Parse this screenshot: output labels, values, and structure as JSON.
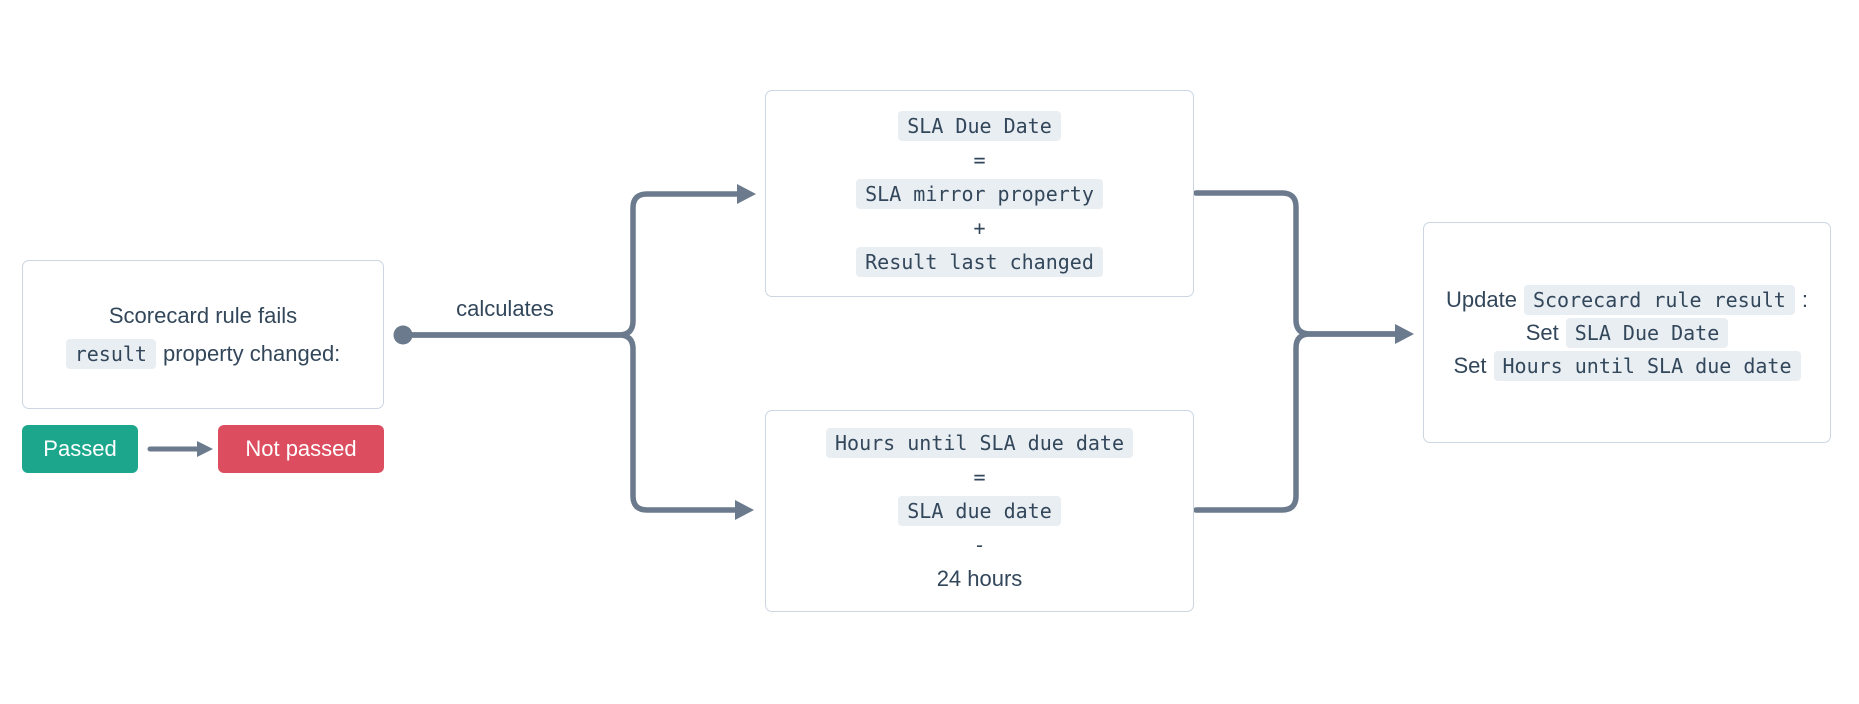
{
  "colors": {
    "text": "#33475b",
    "connector": "#6b7a8d",
    "border": "#cbd6e2",
    "code-bg": "#e9eef3",
    "teal": "#1ca78d",
    "red": "#dc4d5f",
    "bg": "#ffffff"
  },
  "trigger_box": {
    "line1": "Scorecard rule fails",
    "line2_code": "result",
    "line2_rest": "property changed:"
  },
  "badges": {
    "passed": "Passed",
    "not_passed": "Not passed"
  },
  "edge_label": "calculates",
  "calc_box_top": {
    "line1_code": "SLA Due Date",
    "op1": "=",
    "line2_code": "SLA mirror property",
    "op2": "+",
    "line3_code": "Result last changed"
  },
  "calc_box_bottom": {
    "line1_code": "Hours until SLA due date",
    "op1": "=",
    "line2_code": "SLA due date",
    "op2": "-",
    "line3_text": "24 hours"
  },
  "update_box": {
    "line1_prefix": "Update",
    "line1_code": "Scorecard rule result",
    "line1_suffix": ":",
    "line2_prefix": "Set",
    "line2_code": "SLA Due Date",
    "line3_prefix": "Set",
    "line3_code": "Hours until SLA due date"
  }
}
